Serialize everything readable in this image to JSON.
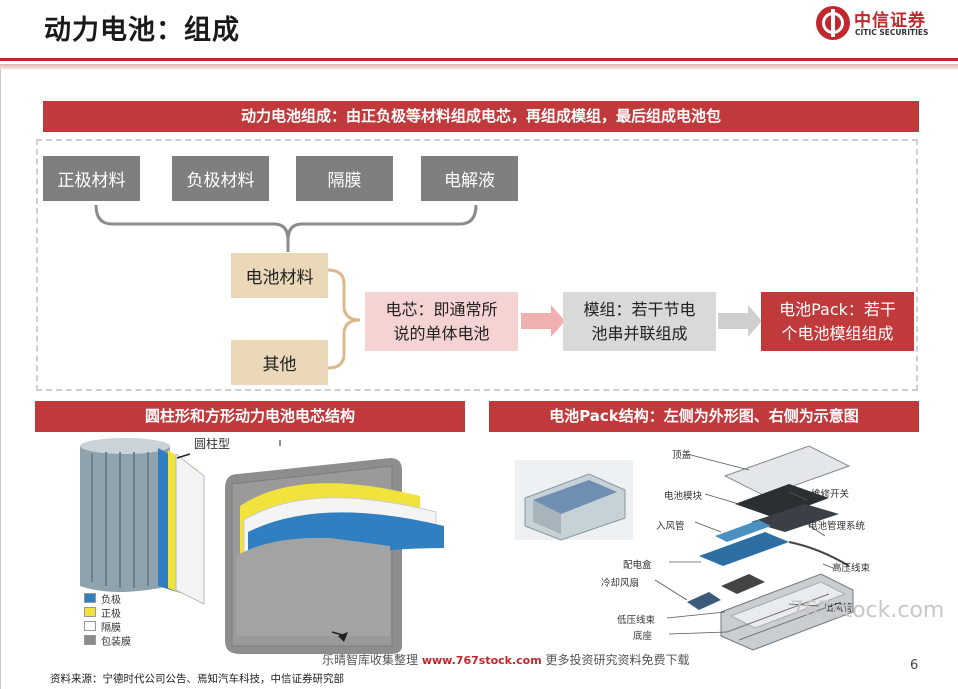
{
  "header": {
    "title": "动力电池：组成",
    "logo_cn": "中信证券",
    "logo_en": "CITIC SECURITIES"
  },
  "composition": {
    "banner": "动力电池组成：由正负极等材料组成电芯，再组成模组，最后组成电池包",
    "materials": [
      "正极材料",
      "负极材料",
      "隔膜",
      "电解液"
    ],
    "battery_materials": "电池材料",
    "others": "其他",
    "cell_line1": "电芯：即通常所",
    "cell_line2": "说的单体电池",
    "module_line1": "模组：若干节电",
    "module_line2": "池串并联组成",
    "pack_line1": "电池Pack：若干",
    "pack_line2": "个电池模组组成"
  },
  "cell_structure": {
    "banner": "圆柱形和方形动力电池电芯结构",
    "cylinder_label": "圆柱型",
    "legend": [
      {
        "label": "负极",
        "color": "#2f7fc1"
      },
      {
        "label": "正极",
        "color": "#f2e23c"
      },
      {
        "label": "隔膜",
        "color": "#ffffff"
      },
      {
        "label": "包装膜",
        "color": "#8c8c8c"
      }
    ]
  },
  "pack_structure": {
    "banner": "电池Pack结构：左侧为外形图、右侧为示意图",
    "parts": {
      "top_cover": "顶盖",
      "battery_module": "电池模块",
      "maintenance_switch": "维修开关",
      "air_inlet": "入风管",
      "bms": "电池管理系统",
      "distribution_box": "配电盒",
      "hv_harness": "高压线束",
      "cooling_fan": "冷却风扇",
      "air_outlet": "出风管",
      "lv_harness": "低压线束",
      "base": "底座"
    }
  },
  "footer": {
    "source": "资料来源：宁德时代公司公告、焉知汽车科技，中信证券研究部",
    "page": "6",
    "wm_pre": "乐晴智库收集整理",
    "wm_url": "www.767stock.com",
    "wm_post": "更多投资研究资料免费下载",
    "wm_overlay": "767stock.com"
  }
}
